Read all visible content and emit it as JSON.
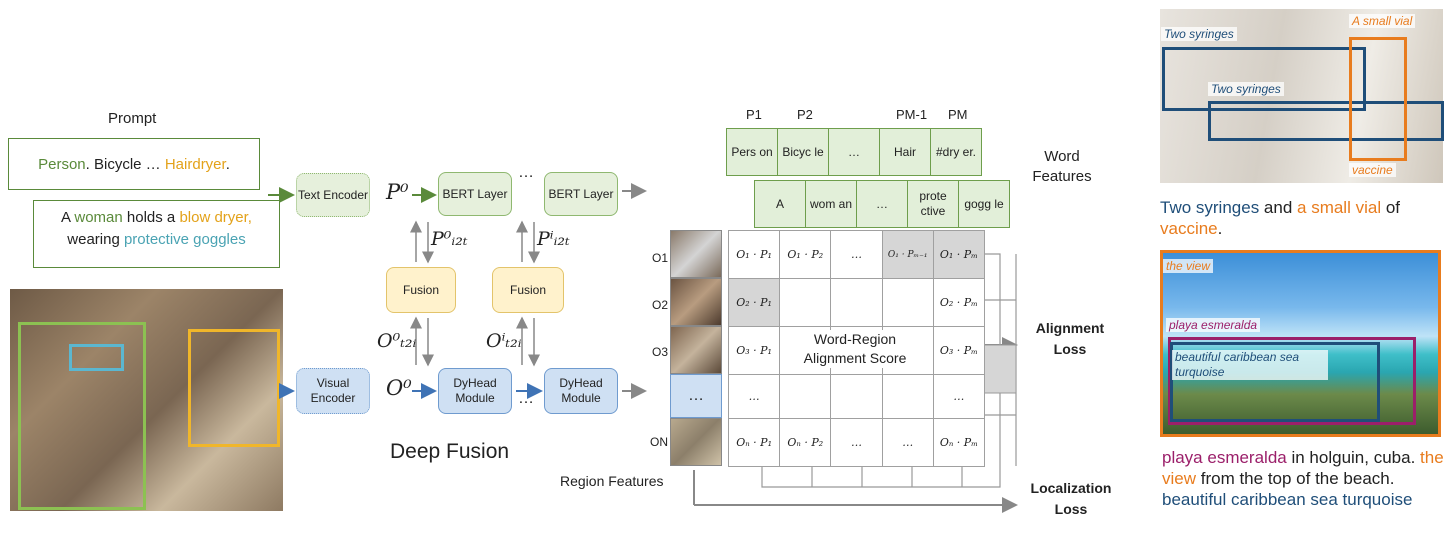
{
  "prompt": {
    "title": "Prompt",
    "line1": [
      {
        "t": "Person",
        "c": "green"
      },
      {
        "t": ". Bicycle … ",
        "c": "plain"
      },
      {
        "t": "Hairdryer",
        "c": "yellow"
      },
      {
        "t": ".",
        "c": "plain"
      }
    ],
    "line2a": [
      {
        "t": "A ",
        "c": "plain"
      },
      {
        "t": "woman",
        "c": "green"
      },
      {
        "t": " holds a ",
        "c": "plain"
      },
      {
        "t": "blow dryer,",
        "c": "yellow"
      }
    ],
    "line2b": [
      {
        "t": "wearing ",
        "c": "plain"
      },
      {
        "t": "protective goggles",
        "c": "teal"
      }
    ]
  },
  "nodes": {
    "text_encoder": "Text Encoder",
    "visual_encoder": "Visual Encoder",
    "bert1": "BERT Layer",
    "bert2": "BERT Layer",
    "fusion1": "Fusion",
    "fusion2": "Fusion",
    "dyhead1": "DyHead Module",
    "dyhead2": "DyHead Module"
  },
  "math": {
    "p0": "P⁰",
    "o0": "O⁰",
    "p_i2t_0": "P⁰ᵢ₂ₜ",
    "p_i2t_i": "Pⁱᵢ₂ₜ",
    "o_t2i_0": "O⁰ₜ₂ᵢ",
    "o_t2i_i": "Oⁱₜ₂ᵢ",
    "dots_top": "…",
    "dots_bottom": "…"
  },
  "deep_fusion": "Deep Fusion",
  "word_features_label": "Word Features",
  "p_labels": [
    "P1",
    "P2",
    "PM-1",
    "PM"
  ],
  "word_row1": [
    "Pers on",
    "Bicyc le",
    "…",
    "Hair",
    "#dry er."
  ],
  "word_row2": [
    "A",
    "wom an",
    "…",
    "prote ctive",
    "gogg le"
  ],
  "region_labels": [
    "O1",
    "O2",
    "O3",
    "",
    "ON"
  ],
  "region_dots": "…",
  "region_features_label": "Region Features",
  "matrix": {
    "rows": [
      [
        "O₁ · P₁",
        "O₁ · P₂",
        "…",
        "O₁ · Pₘ₋₁",
        "O₁ · Pₘ"
      ],
      [
        "O₂ · P₁",
        "",
        "",
        "",
        "O₂ · Pₘ"
      ],
      [
        "O₃ · P₁",
        "",
        "",
        "",
        "O₃ · Pₘ"
      ],
      [
        "…",
        "",
        "",
        "",
        "…"
      ],
      [
        "Oₙ · P₁",
        "Oₙ · P₂",
        "…",
        "…",
        "Oₙ · Pₘ"
      ]
    ],
    "center_label": "Word-Region Alignment Score"
  },
  "alignment_loss": "Alignment Loss",
  "localization_loss": "Localization Loss",
  "example1": {
    "tags": [
      "Two syringes",
      "A small vial",
      "Two syringes",
      "vaccine"
    ],
    "caption": [
      {
        "t": "Two syringes",
        "c": "navy"
      },
      {
        "t": " and ",
        "c": "plain"
      },
      {
        "t": "a small vial",
        "c": "orange"
      },
      {
        "t": " of ",
        "c": "plain"
      },
      {
        "t": "vaccine",
        "c": "orange"
      },
      {
        "t": ".",
        "c": "plain"
      }
    ]
  },
  "example2": {
    "tags": [
      "the view",
      "playa esmeralda",
      "beautiful caribbean sea turquoise"
    ],
    "caption": [
      {
        "t": "playa esmeralda",
        "c": "purple"
      },
      {
        "t": " in holguin, cuba. ",
        "c": "plain"
      },
      {
        "t": "the view",
        "c": "orange"
      },
      {
        "t": " from the top of the beach. ",
        "c": "plain"
      },
      {
        "t": "beautiful caribbean sea turquoise",
        "c": "navy"
      }
    ]
  },
  "colors": {
    "green": "#5a8a3a",
    "yellow": "#e3a21a",
    "teal": "#4aa3b3",
    "navy": "#1f4e79",
    "orange": "#e87c1e",
    "purple": "#9b1f6a",
    "plain": "#222222"
  }
}
